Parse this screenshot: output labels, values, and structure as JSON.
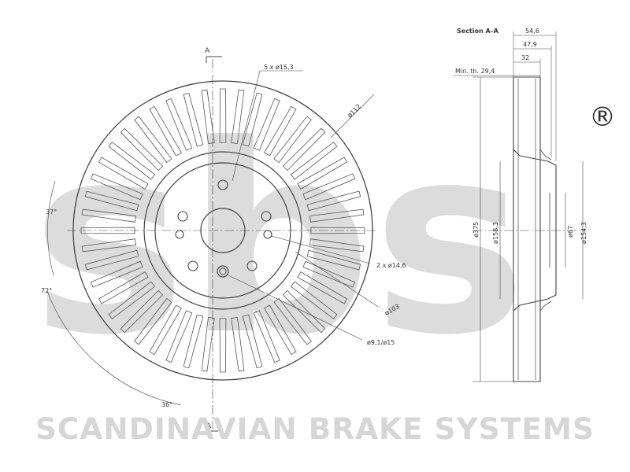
{
  "watermark": {
    "logo_text": "sbs",
    "registered_mark": "®",
    "brand": "SCANDINAVIAN BRAKE SYSTEMS"
  },
  "front_view": {
    "section_marker_top": "A",
    "section_marker_bottom": "A",
    "labels": {
      "bolt_holes": "5 x ø15,3",
      "pcd": "ø112",
      "small_holes": "2 x ø14,6",
      "hub": "ø103",
      "thread": "ø9,1/ø15",
      "angle_a": "37°",
      "angle_b": "72°",
      "angle_c": "36°"
    }
  },
  "section_view": {
    "title": "Section  A–A",
    "dims": {
      "total_height": "54,6",
      "hat_height": "47,9",
      "thickness": "32",
      "min_thickness": "Min. th. 29,4",
      "outer_diameter": "ø375",
      "hat_outer": "ø158,3",
      "centre_bore": "ø67",
      "hat_inner": "ø154,3"
    }
  },
  "colors": {
    "line": "#444444",
    "watermark": "#dcdcdc"
  }
}
